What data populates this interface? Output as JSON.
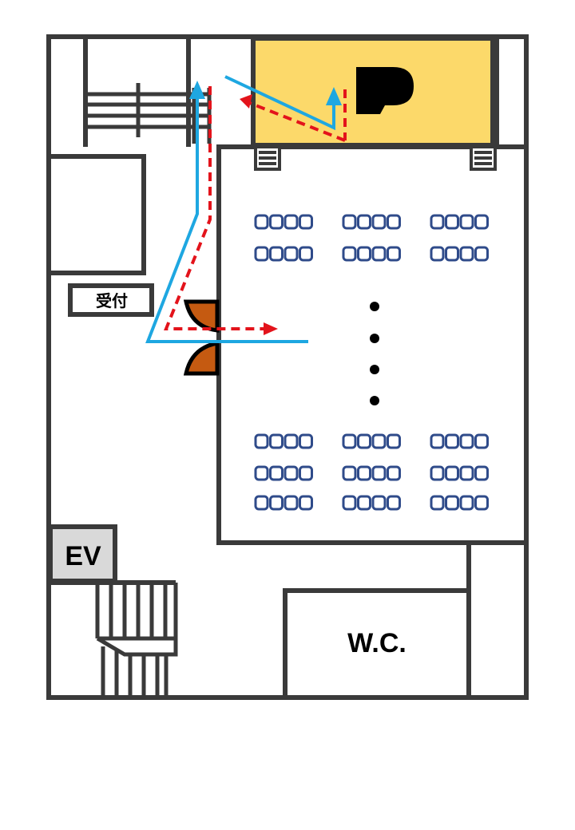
{
  "floor_plan": {
    "labels": {
      "reception": "受付",
      "elevator": "EV",
      "restroom": "W.C."
    },
    "parking_icon": "parking-p-icon",
    "door_icon": "double-door-icon",
    "seating_icon": "chair-row-icon",
    "colors": {
      "walls": "#3a3a3a",
      "parking_area": "#fcd96a",
      "elevator_fill": "#d9d9d9",
      "door_fill": "#c55a11",
      "route_solid": "#1ea7e1",
      "route_dashed": "#e3131b",
      "seats": "#2f4b8a"
    }
  }
}
